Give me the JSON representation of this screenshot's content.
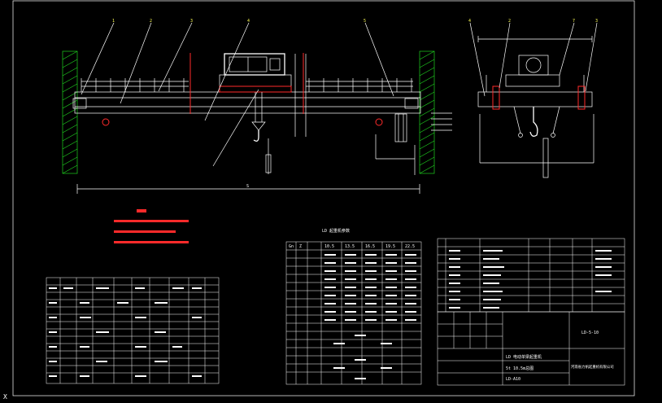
{
  "canvas": {
    "background": "#000000",
    "frame_color": "#ffffff",
    "hatch_color": "#1fd11f",
    "accent_color": "#ff2a2a",
    "text_yellow": "#ffff55"
  },
  "corner_mark": "X",
  "callouts_front": [
    "1",
    "2",
    "3",
    "4",
    "5"
  ],
  "callouts_side": [
    "4",
    "2",
    "7",
    "3"
  ],
  "dimension_label_span": "S",
  "table_title": "LD 起重机参数",
  "table_head": [
    "Gn",
    "Z",
    "10.5",
    "13.5",
    "16.5",
    "19.5",
    "22.5"
  ],
  "bom_title_cn": "河南省力帆起重机有限公司",
  "drawing_no": "LD-5-10",
  "project_title": "LD 电动单梁起重机",
  "subtitle": "5t 10.5m总图",
  "scale_label": "LD-A10"
}
